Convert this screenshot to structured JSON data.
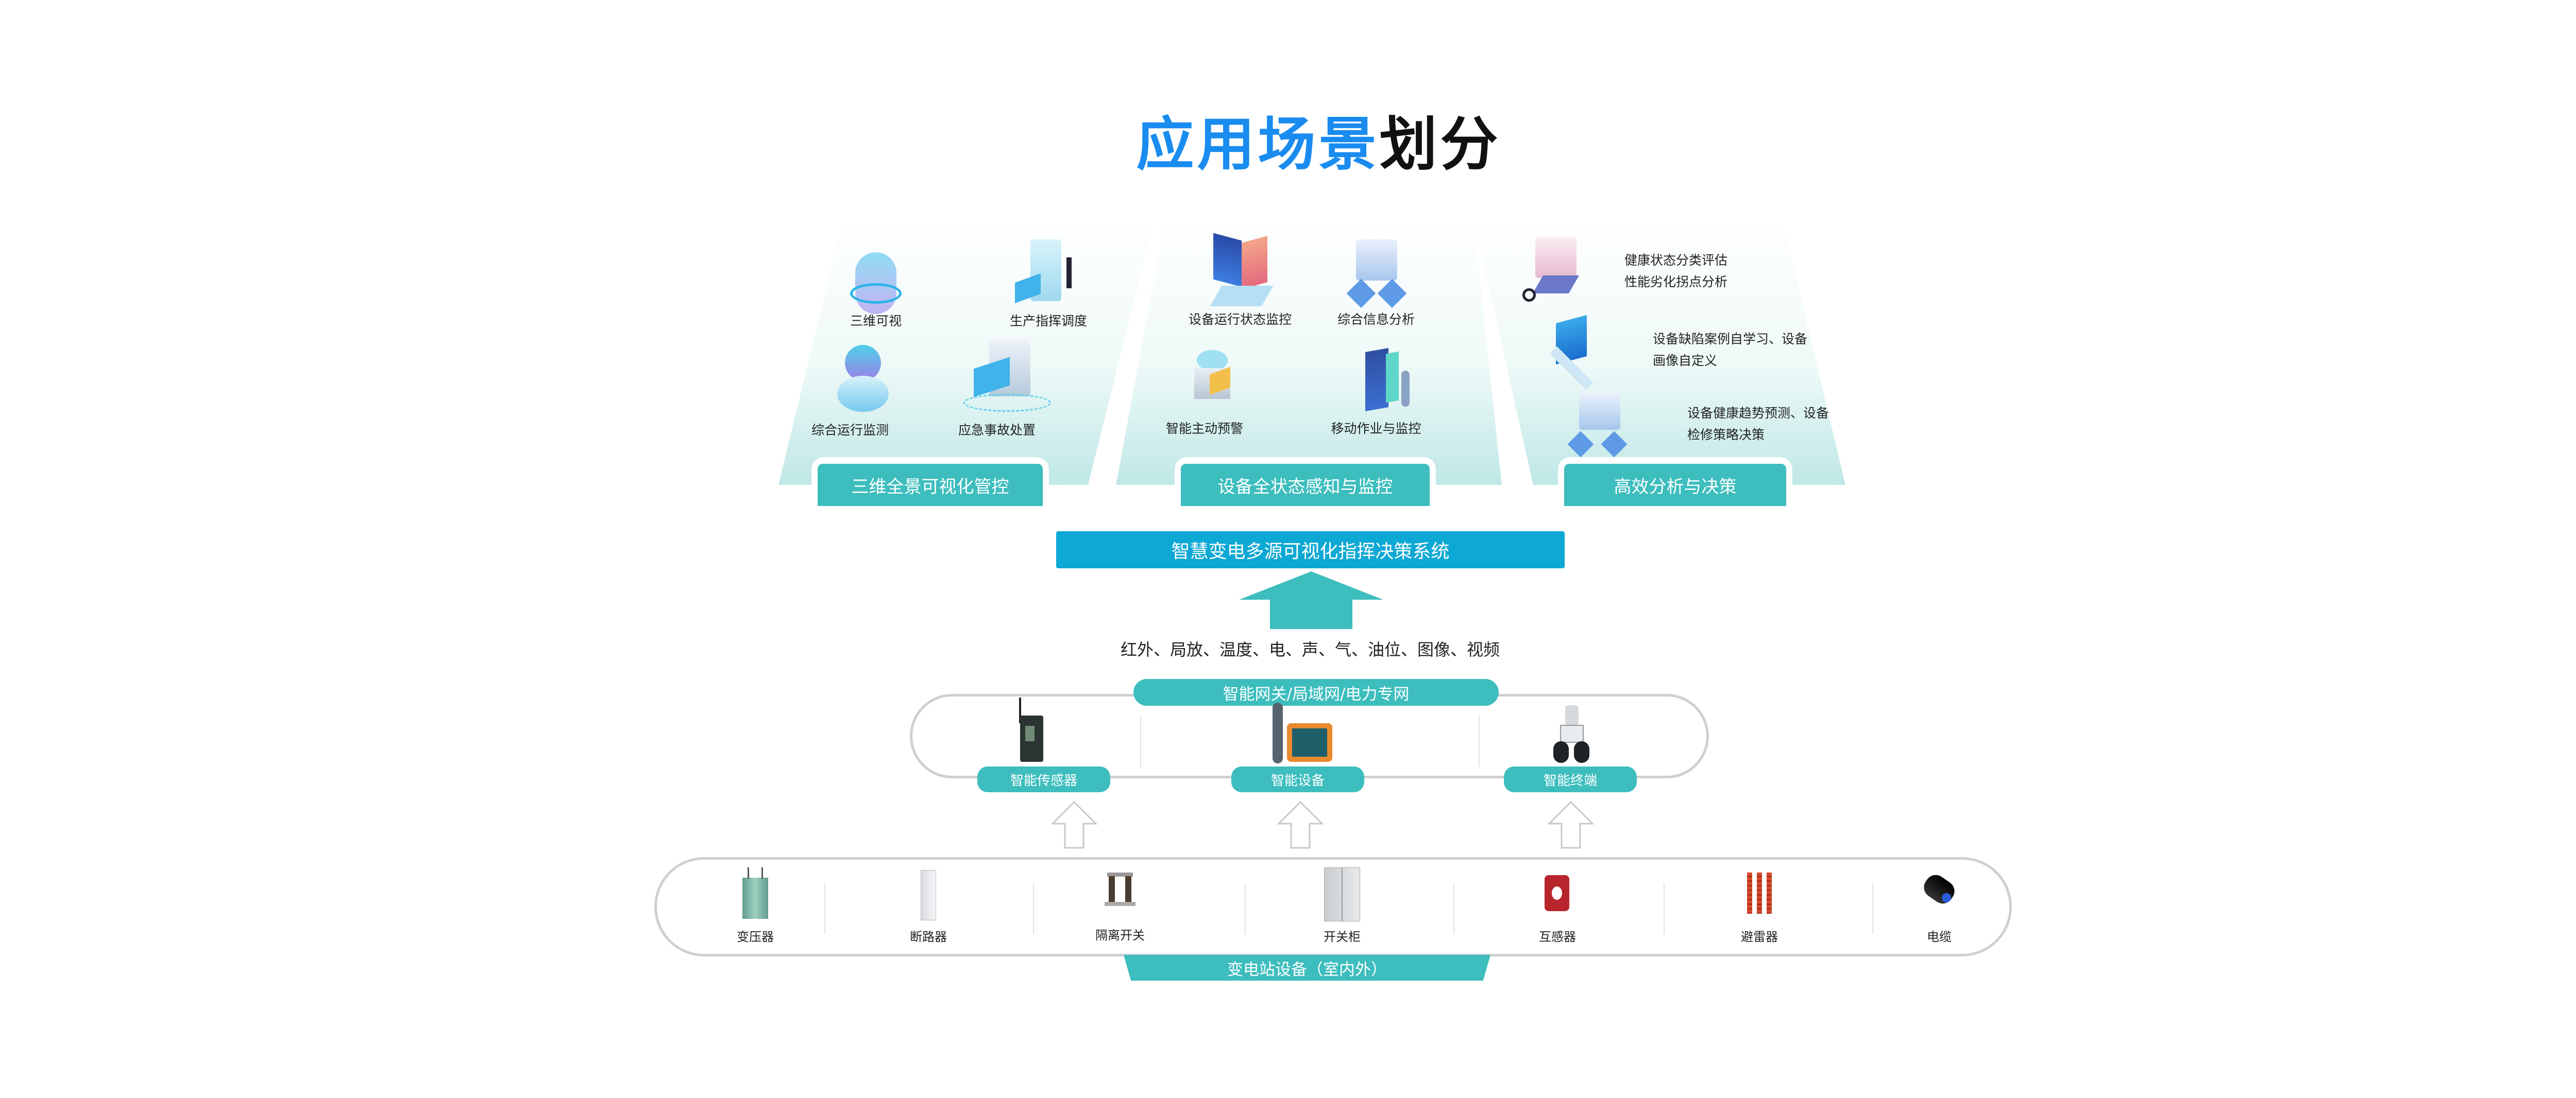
{
  "title": {
    "blue": "应用场景",
    "black": "划分"
  },
  "panels": [
    {
      "label": "三维全景可视化管控",
      "items": [
        "三维可视",
        "生产指挥调度",
        "综合运行监测",
        "应急事故处置"
      ]
    },
    {
      "label": "设备全状态感知与监控",
      "items": [
        "设备运行状态监控",
        "综合信息分析",
        "智能主动预警",
        "移动作业与监控"
      ]
    },
    {
      "label": "高效分析与决策",
      "items": [
        {
          "line1": "健康状态分类评估",
          "line2": "性能劣化拐点分析"
        },
        {
          "line1": "设备缺陷案例自学习、设备",
          "line2": "画像自定义"
        },
        {
          "line1": "设备健康趋势预测、设备",
          "line2": "检修策略决策"
        }
      ]
    }
  ],
  "system_bar": "智慧变电多源可视化指挥决策系统",
  "data_sources": "红外、局放、温度、电、声、气、油位、图像、视频",
  "network": {
    "label": "智能网关/局域网/电力专网",
    "devices": [
      "智能传感器",
      "智能设备",
      "智能终端"
    ]
  },
  "substation": {
    "label": "变电站设备（室内外）",
    "equipment": [
      "变压器",
      "断路器",
      "隔离开关",
      "开关柜",
      "互感器",
      "避雷器",
      "电缆"
    ]
  },
  "colors": {
    "teal": "#3dbdbd",
    "blue": "#1a8cf0",
    "system": "#0ea8d4"
  }
}
